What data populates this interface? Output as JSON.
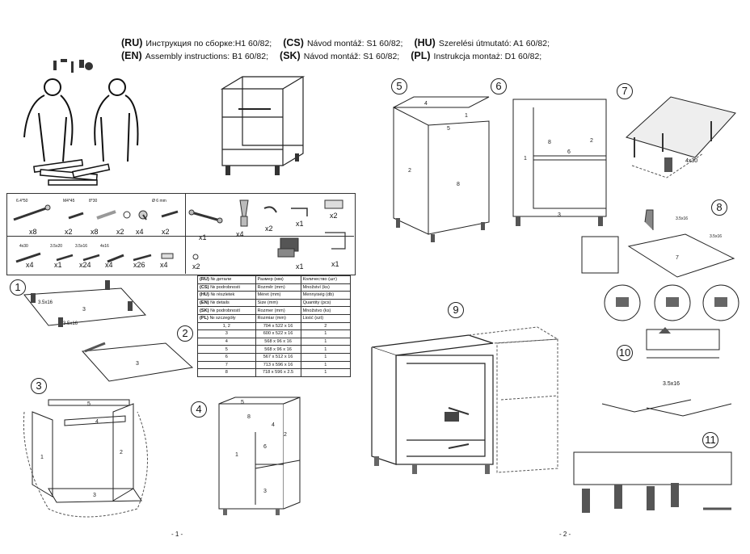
{
  "header": {
    "row1": [
      {
        "code": "(RU)",
        "text": "Инструкция по сборке:H1 60/82;"
      },
      {
        "code": "(CS)",
        "text": "Návod montáž: S1 60/82;"
      },
      {
        "code": "(HU)",
        "text": "Szerelési útmutató: A1 60/82;"
      }
    ],
    "row2": [
      {
        "code": "(EN)",
        "text": "Assembly instructions: B1 60/82;"
      },
      {
        "code": "(SK)",
        "text": "Návod montáž: S1 60/82;"
      },
      {
        "code": "(PL)",
        "text": "Instrukcja montaż: D1 60/82;"
      }
    ]
  },
  "hardware": {
    "row1_labels": [
      "6.4*50",
      "M4*45",
      "8*30",
      "Ø 6 mm"
    ],
    "row1_qty": [
      "x8",
      "x2",
      "x8",
      "x2",
      "x4",
      "x2"
    ],
    "row2_labels": [
      "4x30",
      "3.5x20",
      "3.5x16",
      "4x16"
    ],
    "row2_qty": [
      "x4",
      "x1",
      "x24",
      "x4",
      "x26",
      "x4"
    ],
    "right_row1_qty": [
      "x1",
      "x4",
      "x2",
      "x1",
      "x2"
    ],
    "right_row2_qty": [
      "x2",
      "x1",
      "x1"
    ]
  },
  "parts_table": {
    "headers": [
      [
        "(RU)",
        "№ детали",
        "Размер  (мм)",
        "Количество (шт)"
      ],
      [
        "(CS)",
        "№ podrobnosti",
        "Rozměr (mm)",
        "Množství (ks)"
      ],
      [
        "(HU)",
        "№ részletek",
        "Méret (mm)",
        "Mennyiség (db)"
      ],
      [
        "(EN)",
        "№ details",
        "Size (mm)",
        "Quantity  (pcs)"
      ],
      [
        "(SK)",
        "№ podrobností",
        "Rozmer (mm)",
        "Množstvo (ks)"
      ],
      [
        "(PL)",
        "№ szczegóły",
        "Rozmiar (mm)",
        "Liość (szt)"
      ]
    ],
    "rows": [
      [
        "1, 2",
        "704 x 522 x 16",
        "2"
      ],
      [
        "3",
        "600 x 522 x 16",
        "1"
      ],
      [
        "4",
        "568 x 96 x 16",
        "1"
      ],
      [
        "5",
        "568 x 96 x 16",
        "1"
      ],
      [
        "6",
        "567 x 512 x 16",
        "1"
      ],
      [
        "7",
        "713 x 596 x 16",
        "1"
      ],
      [
        "8",
        "718 x 596 x 2.5",
        "1"
      ]
    ]
  },
  "steps": [
    "1",
    "2",
    "3",
    "4",
    "5",
    "6",
    "7",
    "8",
    "9",
    "10",
    "11"
  ],
  "labels": {
    "s1_screw_a": "3.5x16",
    "s1_screw_b": "3.5x16",
    "s7_screw": "4x30",
    "s8_screw_a": "3.5x16",
    "s8_screw_b": "3.5x16",
    "s11_screw": "3.5x16",
    "panel_1": "1",
    "panel_2": "2",
    "panel_3": "3",
    "panel_4": "4",
    "panel_5": "5",
    "panel_6": "6",
    "panel_7": "7",
    "panel_8": "8"
  },
  "pages": {
    "left": "- 1 -",
    "right": "- 2 -"
  }
}
